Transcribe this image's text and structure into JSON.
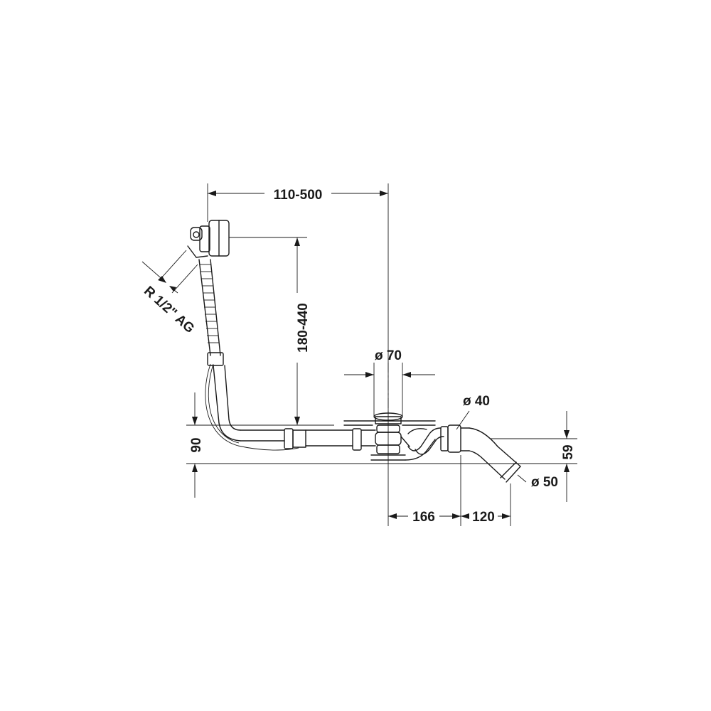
{
  "dimensions": {
    "overflow_offset": "110-500",
    "overflow_height": "180-440",
    "thread": "R 1/2\" AG",
    "waste_diameter": "ø 70",
    "outlet_diameter_small": "ø 40",
    "outlet_diameter_large": "ø 50",
    "pipe_height": "90",
    "outlet_height": "59",
    "outlet_distance_1": "166",
    "outlet_distance_2": "120"
  },
  "colors": {
    "line": "#1a1a1a",
    "background": "#ffffff"
  }
}
